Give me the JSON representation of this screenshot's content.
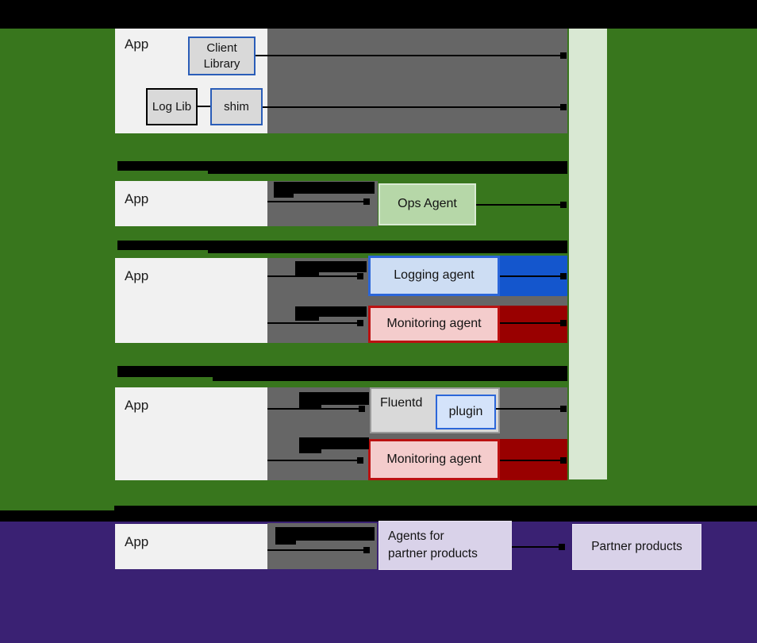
{
  "colors": {
    "canvas_black": "#000000",
    "green_bg": "#38761d",
    "purple_bg": "#3a2173",
    "dark_gray": "#666666",
    "app_box": "#f1f1f1",
    "inner_gray": "#d9d9d9",
    "light_green_bar": "#d9e8d3",
    "ops_fill": "#b6d7a8",
    "ops_border": "#d9ead3",
    "blue_border": "#2a5db8",
    "logging_fill": "#cdddf3",
    "logging_border": "#2b66d9",
    "blue_block": "#1456cd",
    "pink_fill": "#f4cccc",
    "red_border": "#bb1111",
    "dark_red_block": "#990000",
    "fluentd_border": "#9a9a9a",
    "plugin_fill": "#d4e3fa",
    "lavender_fill": "#d9d2e9",
    "lavender_border": "#e9e4f3"
  },
  "rows": {
    "vm_client_library": {
      "app": "App",
      "client_library": "Client Library",
      "log_lib": "Log Lib",
      "shim": "shim"
    },
    "vm_ops_agent": {
      "app": "App",
      "ops_agent": "Ops Agent"
    },
    "vm_legacy_agents": {
      "app": "App",
      "logging_agent": "Logging agent",
      "monitoring_agent": "Monitoring agent"
    },
    "vm_fluentd": {
      "app": "App",
      "fluentd": "Fluentd",
      "plugin": "plugin",
      "monitoring_agent": "Monitoring agent"
    },
    "partner": {
      "app": "App",
      "agents_for_partner": "Agents for partner products",
      "partner_products": "Partner products"
    }
  }
}
